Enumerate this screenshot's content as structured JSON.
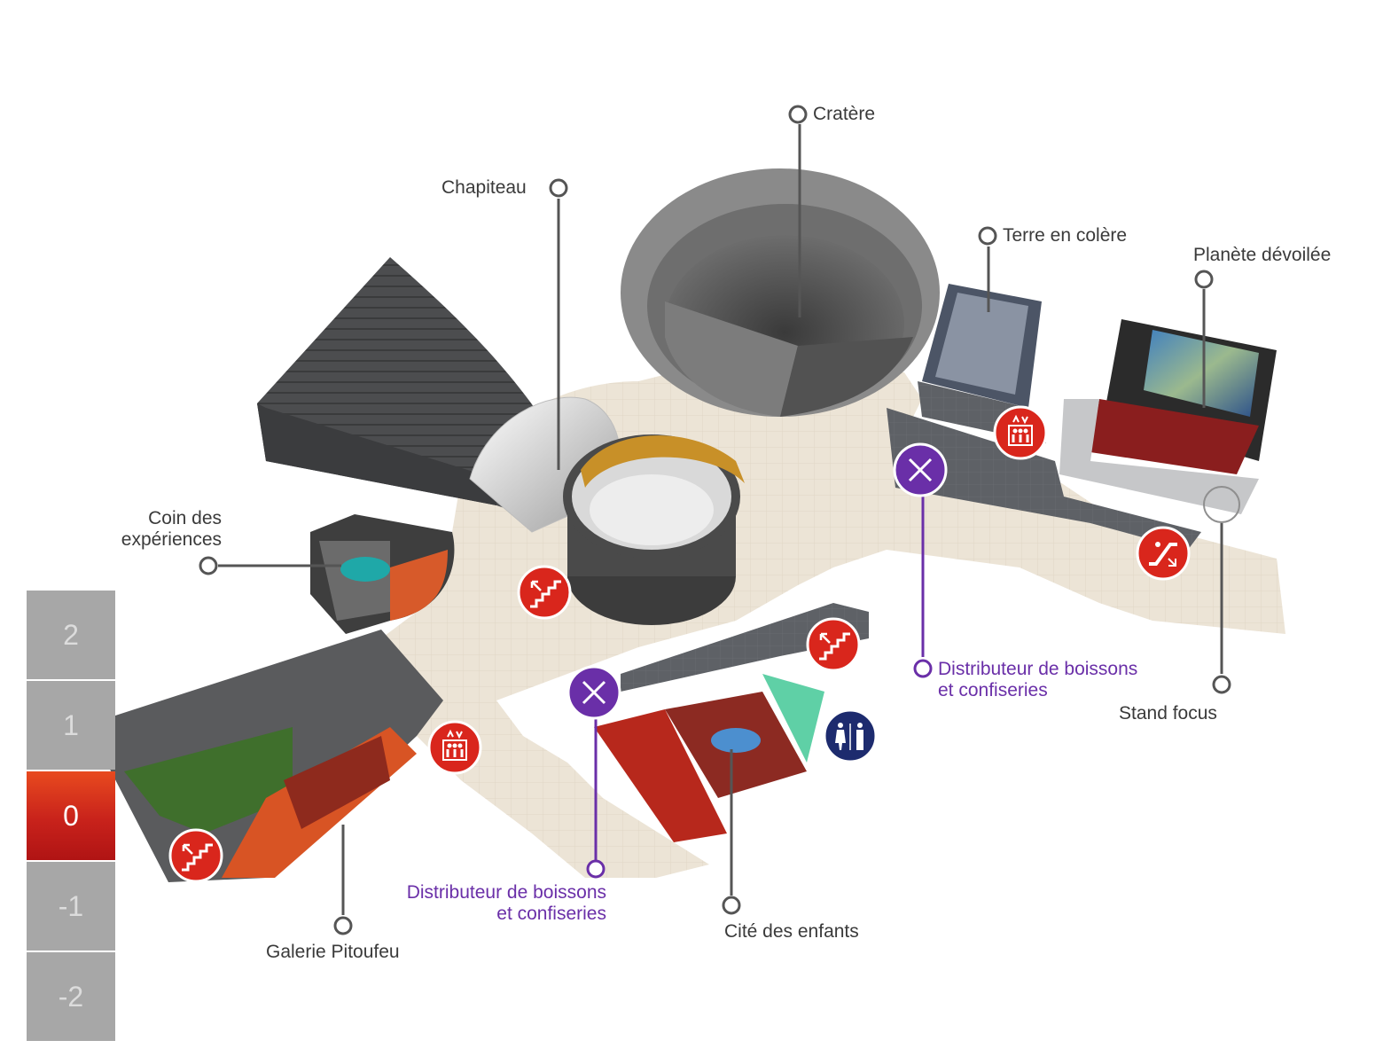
{
  "floors": {
    "items": [
      {
        "label": "2"
      },
      {
        "label": "1"
      },
      {
        "label": "0"
      },
      {
        "label": "-1"
      },
      {
        "label": "-2"
      }
    ],
    "active_label": "0"
  },
  "labels": {
    "cratere": "Cratère",
    "chapiteau": "Chapiteau",
    "terre_en_colere": "Terre en colère",
    "planete_devoilee": "Planète dévoilée",
    "coin_des_experiences_1": "Coin des",
    "coin_des_experiences_2": "expériences",
    "distributeur_right_1": "Distributeur de boissons",
    "distributeur_right_2": "et confiseries",
    "stand_focus": "Stand focus",
    "distributeur_left_1": "Distributeur de boissons",
    "distributeur_left_2": "et confiseries",
    "cite_des_enfants": "Cité des enfants",
    "galerie_pitoufeu": "Galerie Pitoufeu"
  },
  "colors": {
    "label_text": "#3a3a3a",
    "food_accent": "#6a2fa8",
    "active_floor": "#c8221b",
    "inactive_floor": "#a7a7a7",
    "service_icon_red": "#d9261c",
    "toilet_icon_navy": "#1d2b6e"
  },
  "icons": {
    "stairs": "stairs-icon",
    "elevator": "elevator-icon",
    "escalator": "escalator-icon",
    "restaurant": "fork-knife-icon",
    "toilets": "toilets-icon",
    "marker": "location-marker-icon"
  }
}
